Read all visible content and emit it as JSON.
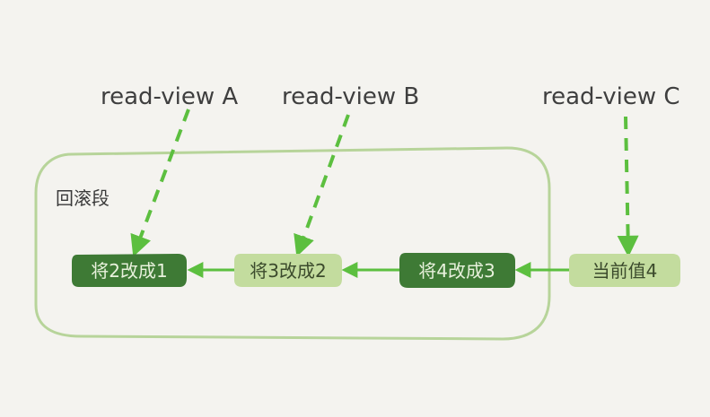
{
  "colors": {
    "background": "#f4f3ef",
    "segment_border": "#b7d49a",
    "dark_green": "#3e7a35",
    "light_green": "#c3dc9e",
    "arrow_green": "#5cbf3f"
  },
  "read_views": [
    {
      "label": "read-view A"
    },
    {
      "label": "read-view B"
    },
    {
      "label": "read-view C"
    }
  ],
  "segment": {
    "label": "回滚段"
  },
  "nodes": [
    {
      "label": "将2改成1",
      "style": "dark"
    },
    {
      "label": "将3改成2",
      "style": "light"
    },
    {
      "label": "将4改成3",
      "style": "dark"
    },
    {
      "label": "当前值4",
      "style": "light"
    }
  ]
}
